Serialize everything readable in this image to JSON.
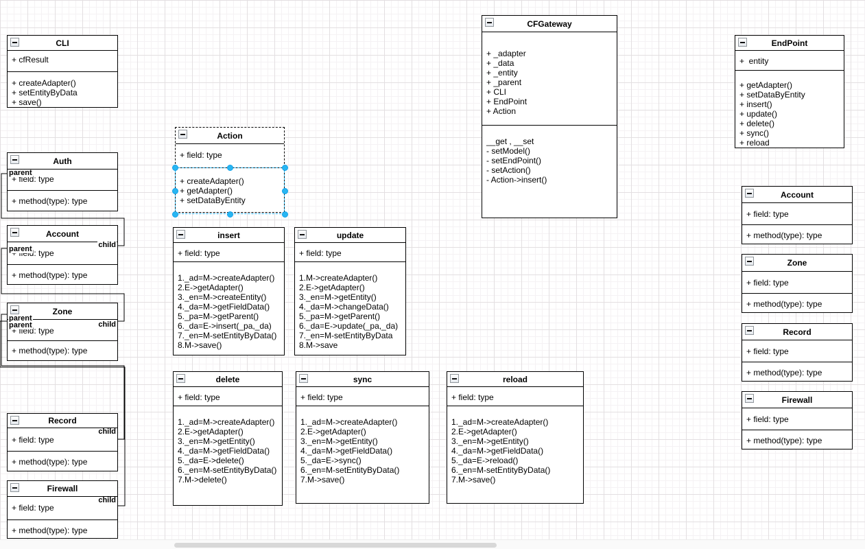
{
  "app": {
    "type": "uml-class-diagram-editor"
  },
  "diagram": {
    "classes": [
      {
        "id": "cli",
        "title": "CLI",
        "fields": [
          "+ cfResult"
        ],
        "methods": [
          "+ createAdapter()",
          "+ setEntityByData",
          "+ save()"
        ],
        "edge_labels": []
      },
      {
        "id": "auth",
        "title": "Auth",
        "fields": [
          "+ field: type"
        ],
        "methods": [
          "+ method(type): type"
        ],
        "edge_labels": [
          "parent"
        ]
      },
      {
        "id": "account_left",
        "title": "Account",
        "fields": [
          "+ field: type"
        ],
        "methods": [
          "+ method(type): type"
        ],
        "edge_labels": [
          "parent",
          "child"
        ]
      },
      {
        "id": "zone_left",
        "title": "Zone",
        "fields": [
          "+ field: type"
        ],
        "methods": [
          "+ method(type): type"
        ],
        "edge_labels": [
          "parent",
          "parent",
          "child"
        ]
      },
      {
        "id": "record_left",
        "title": "Record",
        "fields": [
          "+ field: type"
        ],
        "methods": [
          "+ method(type): type"
        ],
        "edge_labels": [
          "child"
        ]
      },
      {
        "id": "firewall_left",
        "title": "Firewall",
        "fields": [
          "+ field: type"
        ],
        "methods": [
          "+ method(type): type"
        ],
        "edge_labels": [
          "child"
        ]
      },
      {
        "id": "action",
        "title": "Action",
        "border": "dashed",
        "fields": [
          "+ field: type"
        ],
        "methods": [
          "+ createAdapter()",
          "+ getAdapter()",
          "+ setDataByEntity"
        ],
        "edge_labels": []
      },
      {
        "id": "insert",
        "title": "insert",
        "fields": [
          "+ field: type"
        ],
        "methods": [
          "1._ad=M->createAdapter()",
          "2.E->getAdapter()",
          "3._en=M->createEntity()",
          "4._da=M->getFieldData()",
          "5._pa=M->getParent()",
          "6._da=E->insert(_pa,_da)",
          "7._en=M-setEntityByData()",
          "8.M->save()"
        ],
        "edge_labels": []
      },
      {
        "id": "update",
        "title": "update",
        "fields": [
          "+ field: type"
        ],
        "methods": [
          "1.M->createAdapter()",
          "2.E->getAdapter()",
          "3._en=M->getEntity()",
          "4._da=M->changeData()",
          "5._pa=M->getParent()",
          "6._da=E->update(_pa,_da)",
          "7._en=M-setEntityByData",
          "8.M->save"
        ],
        "edge_labels": []
      },
      {
        "id": "delete",
        "title": "delete",
        "fields": [
          "+ field: type"
        ],
        "methods": [
          "1._ad=M->createAdapter()",
          "2.E->getAdapter()",
          "3._en=M->getEntity()",
          "4._da=M->getFieldData()",
          "5._da=E->delete()",
          "6._en=M-setEntityByData()",
          "7.M->delete()"
        ],
        "edge_labels": []
      },
      {
        "id": "sync",
        "title": "sync",
        "fields": [
          "+ field: type"
        ],
        "methods": [
          "1._ad=M->createAdapter()",
          "2.E->getAdapter()",
          "3._en=M->getEntity()",
          "4._da=M->getFieldData()",
          "5._da=E->sync()",
          "6._en=M-setEntityByData()",
          "7.M->save()"
        ],
        "edge_labels": []
      },
      {
        "id": "reload",
        "title": "reload",
        "fields": [
          "+ field: type"
        ],
        "methods": [
          "1._ad=M->createAdapter()",
          "2.E->getAdapter()",
          "3._en=M->getEntity()",
          "4._da=M->getFieldData()",
          "5._da=E->reload()",
          "6._en=M-setEntityByData()",
          "7.M->save()"
        ],
        "edge_labels": []
      },
      {
        "id": "cfgateway",
        "title": "CFGateway",
        "fields": [
          "+ _adapter",
          "+ _data",
          "+ _entity",
          "+ _parent",
          "+ CLI",
          "+ EndPoint",
          "+ Action"
        ],
        "methods": [
          "__get , __set",
          "- setModel()",
          "- setEndPoint()",
          "- setAction()",
          "- Action->insert()"
        ],
        "edge_labels": []
      },
      {
        "id": "endpoint",
        "title": "EndPoint",
        "fields": [
          "+  entity"
        ],
        "methods": [
          "+ getAdapter()",
          "+ setDataByEntity",
          "+ insert()",
          "+ update()",
          "+ delete()",
          "+ sync()",
          "+ reload"
        ],
        "edge_labels": []
      },
      {
        "id": "account_right",
        "title": "Account",
        "fields": [
          "+ field: type"
        ],
        "methods": [
          "+ method(type): type"
        ],
        "edge_labels": []
      },
      {
        "id": "zone_right",
        "title": "Zone",
        "fields": [
          "+ field: type"
        ],
        "methods": [
          "+ method(type): type"
        ],
        "edge_labels": []
      },
      {
        "id": "record_right",
        "title": "Record",
        "fields": [
          "+ field: type"
        ],
        "methods": [
          "+ method(type): type"
        ],
        "edge_labels": []
      },
      {
        "id": "firewall_right",
        "title": "Firewall",
        "fields": [
          "+ field: type"
        ],
        "methods": [
          "+ method(type): type"
        ],
        "edge_labels": []
      }
    ],
    "edges": [
      {
        "id": "auth-account",
        "from": "Auth",
        "to": "Account"
      },
      {
        "id": "account-zone",
        "from": "Account",
        "to": "Zone"
      },
      {
        "id": "zone-record",
        "from": "Zone",
        "to": "Record"
      },
      {
        "id": "zone-firewall",
        "from": "Zone",
        "to": "Firewall"
      }
    ],
    "selection": {
      "selected_class": "Action",
      "selected_compartment": "methods",
      "handle_color": "#29b6f2"
    }
  },
  "colors": {
    "shape_fill": "#ffffff",
    "shape_stroke": "#000000",
    "selection": "#29b6f2",
    "grid_minor": "#f5f2f4",
    "grid_major": "#e3dfe1",
    "scrollbar_thumb": "#d8d8d8"
  }
}
